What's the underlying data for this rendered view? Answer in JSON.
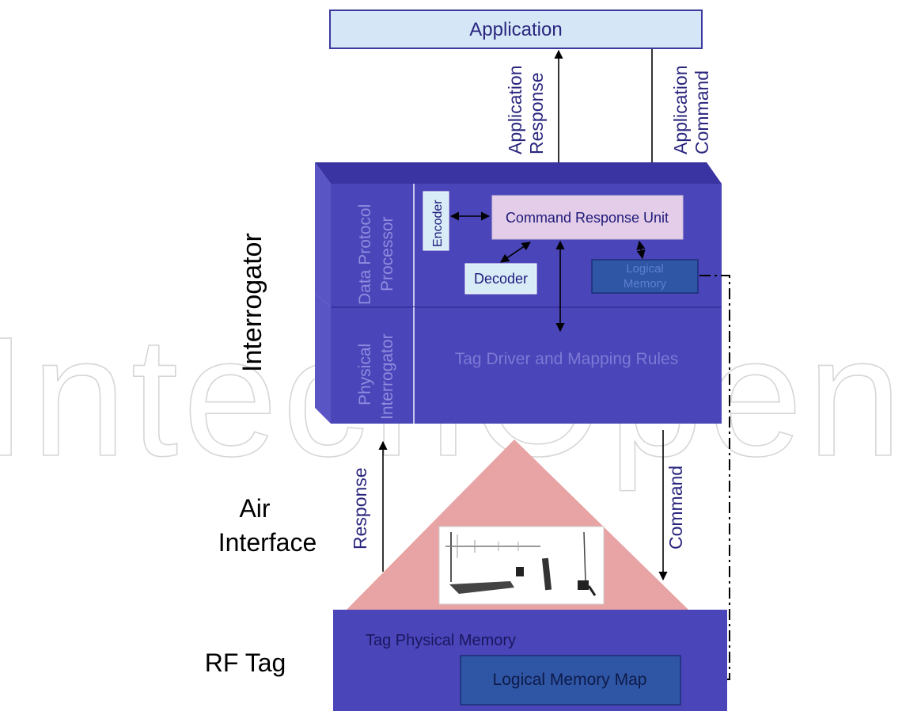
{
  "watermark": "IntechOpen",
  "application": {
    "label": "Application"
  },
  "app_links": {
    "response_line1": "Application",
    "response_line2": "Response",
    "command_line1": "Application",
    "command_line2": "Command"
  },
  "interrogator": {
    "side_label": "Interrogator",
    "data_protocol_line1": "Data Protocol",
    "data_protocol_line2": "Processor",
    "physical_line1": "Physical",
    "physical_line2": "Interrogator",
    "encoder": "Encoder",
    "decoder": "Decoder",
    "command_response_unit": "Command Response Unit",
    "logical_memory_line1": "Logical",
    "logical_memory_line2": "Memory",
    "tag_driver": "Tag Driver and Mapping Rules"
  },
  "air_interface": {
    "label_line1": "Air",
    "label_line2": "Interface",
    "response": "Response",
    "command": "Command"
  },
  "rf_tag": {
    "side_label": "RF Tag",
    "physical_memory": "Tag Physical Memory",
    "logical_memory_map": "Logical Memory Map"
  },
  "colors": {
    "block_front": "#4a45b8",
    "block_side": "#5a55c4",
    "block_top": "#3a34a2",
    "application_fill": "#d5e7f7",
    "cru_fill": "#e4cde8",
    "small_box_fill": "#d8ecf8",
    "logical_fill": "#2f56a4",
    "air_triangle": "#e8a3a4",
    "label_text": "#1e1a7a"
  }
}
